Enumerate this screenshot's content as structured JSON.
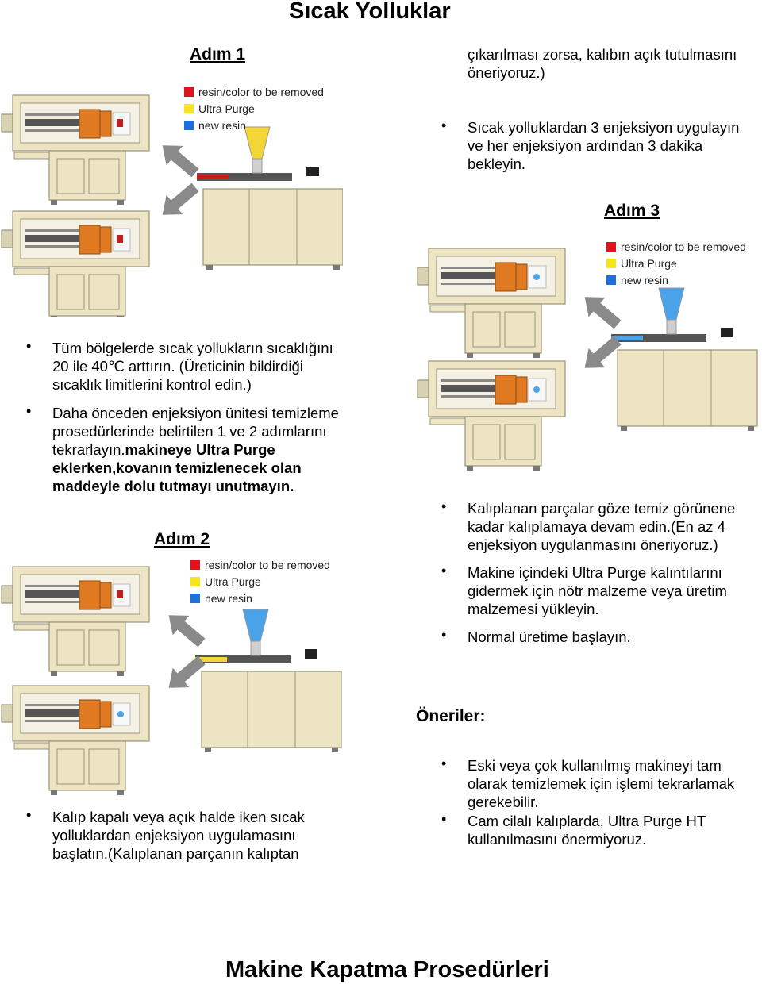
{
  "page": {
    "title": "Sıcak Yolluklar",
    "footer_title": "Makine Kapatma Prosedürleri",
    "bullet_char": "•"
  },
  "left": {
    "step1": "Adım 1",
    "bullets1": [
      [
        "Tüm bölgelerde sıcak yollukların sıcaklığını",
        "20 ile 40℃ arttırın. (Üreticinin bildirdiği",
        "sıcaklık limitlerini kontrol edin.)"
      ],
      [
        "Daha önceden enjeksiyon ünitesi temizleme",
        "prosedürlerinde belirtilen 1 ve 2 adımlarını"
      ]
    ],
    "bullet2_mixed": {
      "plain": "tekrarlayın.",
      "bold_inline": "makineye Ultra Purge",
      "bold_lines": [
        "eklerken,kovanın temizlenecek olan",
        "maddeyle dolu tutmayı unutmayın."
      ]
    },
    "step2": "Adım 2",
    "bullets2": [
      [
        "Kalıp kapalı veya açık halde iken sıcak",
        "yolluklardan enjeksiyon uygulamasını",
        "başlatın.(Kalıplanan parçanın kalıptan"
      ]
    ]
  },
  "right": {
    "continuation": [
      "çıkarılması zorsa, kalıbın açık tutulmasını",
      "öneriyoruz.)"
    ],
    "bullets_top": [
      [
        "Sıcak yolluklardan 3 enjeksiyon uygulayın",
        "ve her enjeksiyon ardından 3 dakika",
        "bekleyin."
      ]
    ],
    "step3": "Adım 3",
    "bullets_mid": [
      [
        "Kalıplanan parçalar göze temiz görünene",
        "kadar kalıplamaya devam edin.(En az 4",
        "enjeksiyon uygulanmasını öneriyoruz.)"
      ],
      [
        "Makine içindeki Ultra Purge kalıntılarını",
        "gidermek için nötr malzeme veya üretim",
        "malzemesi yükleyin."
      ],
      [
        "Normal üretime başlayın."
      ]
    ],
    "recommendations_title": "Öneriler:",
    "recommendations": [
      [
        "Eski veya çok kullanılmış makineyi tam",
        "olarak temizlemek için işlemi tekrarlamak",
        "gerekebilir."
      ],
      [
        "Cam cilalı kalıplarda, Ultra Purge HT",
        "kullanılmasını önermiyoruz."
      ]
    ]
  },
  "legend": {
    "items": [
      {
        "label": "resin/color to be removed",
        "color": "#e0151b"
      },
      {
        "label": "Ultra Purge",
        "color": "#f5e61a"
      },
      {
        "label": "new resin",
        "color": "#1e6fd9"
      }
    ]
  },
  "colors": {
    "machine_body": "#ece4c3",
    "machine_edge": "#9a9478",
    "mold": "#e07a22",
    "screw_dark": "#555555",
    "arrow": "#8a8a8a",
    "hopper_yellow": "#f3d535",
    "hopper_blue": "#4aa3e8",
    "barrel_red": "#c0201b"
  }
}
